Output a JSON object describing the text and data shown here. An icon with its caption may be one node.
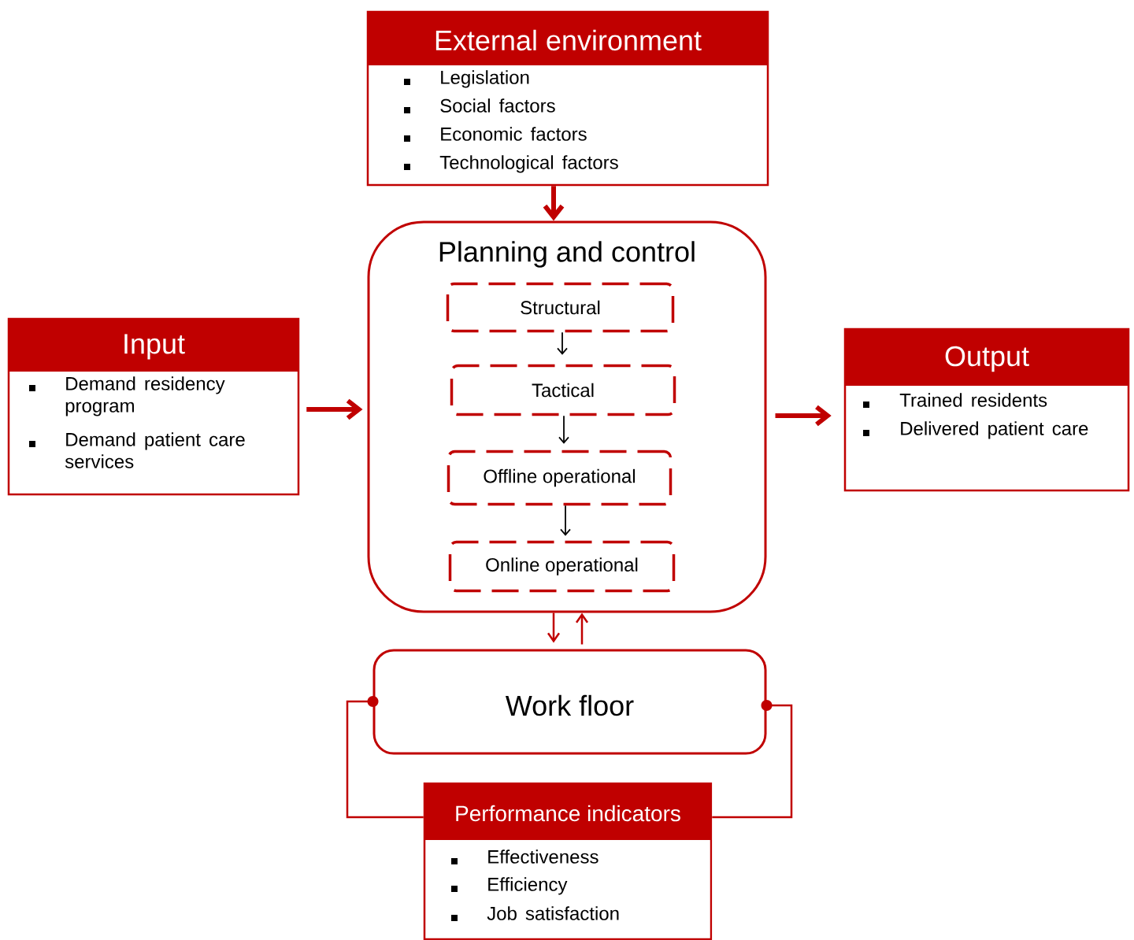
{
  "diagram": {
    "nodes": [
      {
        "text": [
          "External environment",
          "Legislation",
          "Social factors",
          "Economic factors",
          "Technological factors"
        ]
      },
      {
        "text": [
          "Planning and control"
        ]
      },
      {
        "text": [
          "Structural"
        ],
        "in": 1
      },
      {
        "text": [
          "Tactical"
        ],
        "in": 1
      },
      {
        "text": [
          "Offline operational"
        ],
        "in": 1
      },
      {
        "text": [
          "Online operational"
        ],
        "in": 1
      },
      {
        "text": [
          "Input",
          "Demand residency program",
          "Demand patient care services"
        ]
      },
      {
        "text": [
          "Output",
          "Trained residents",
          "Delivered patient care"
        ]
      },
      {
        "text": [
          "Work floor"
        ]
      },
      {
        "text": [
          "Performance indicators",
          "Effectiveness",
          "Efficiency",
          "Job satisfaction"
        ]
      }
    ],
    "edges": [
      {
        "from": 0,
        "to": 1,
        "arrow": "to",
        "style": "thick"
      },
      {
        "from": 2,
        "to": 3,
        "arrow": "to",
        "color": "#000000"
      },
      {
        "from": 3,
        "to": 4,
        "arrow": "to",
        "color": "#000000"
      },
      {
        "from": 4,
        "to": 5,
        "arrow": "to",
        "color": "#000000"
      },
      {
        "from": 6,
        "to": 1,
        "arrow": "to",
        "style": "thick"
      },
      {
        "from": 1,
        "to": 7,
        "arrow": "to",
        "style": "thick"
      },
      {
        "from": 1,
        "to": 8,
        "arrow": "to"
      },
      {
        "from": 8,
        "to": 1,
        "arrow": "to"
      },
      {
        "from": 8,
        "to": 9,
        "arrow": "other"
      },
      {
        "from": 8,
        "to": 9,
        "arrow": "other"
      }
    ]
  }
}
